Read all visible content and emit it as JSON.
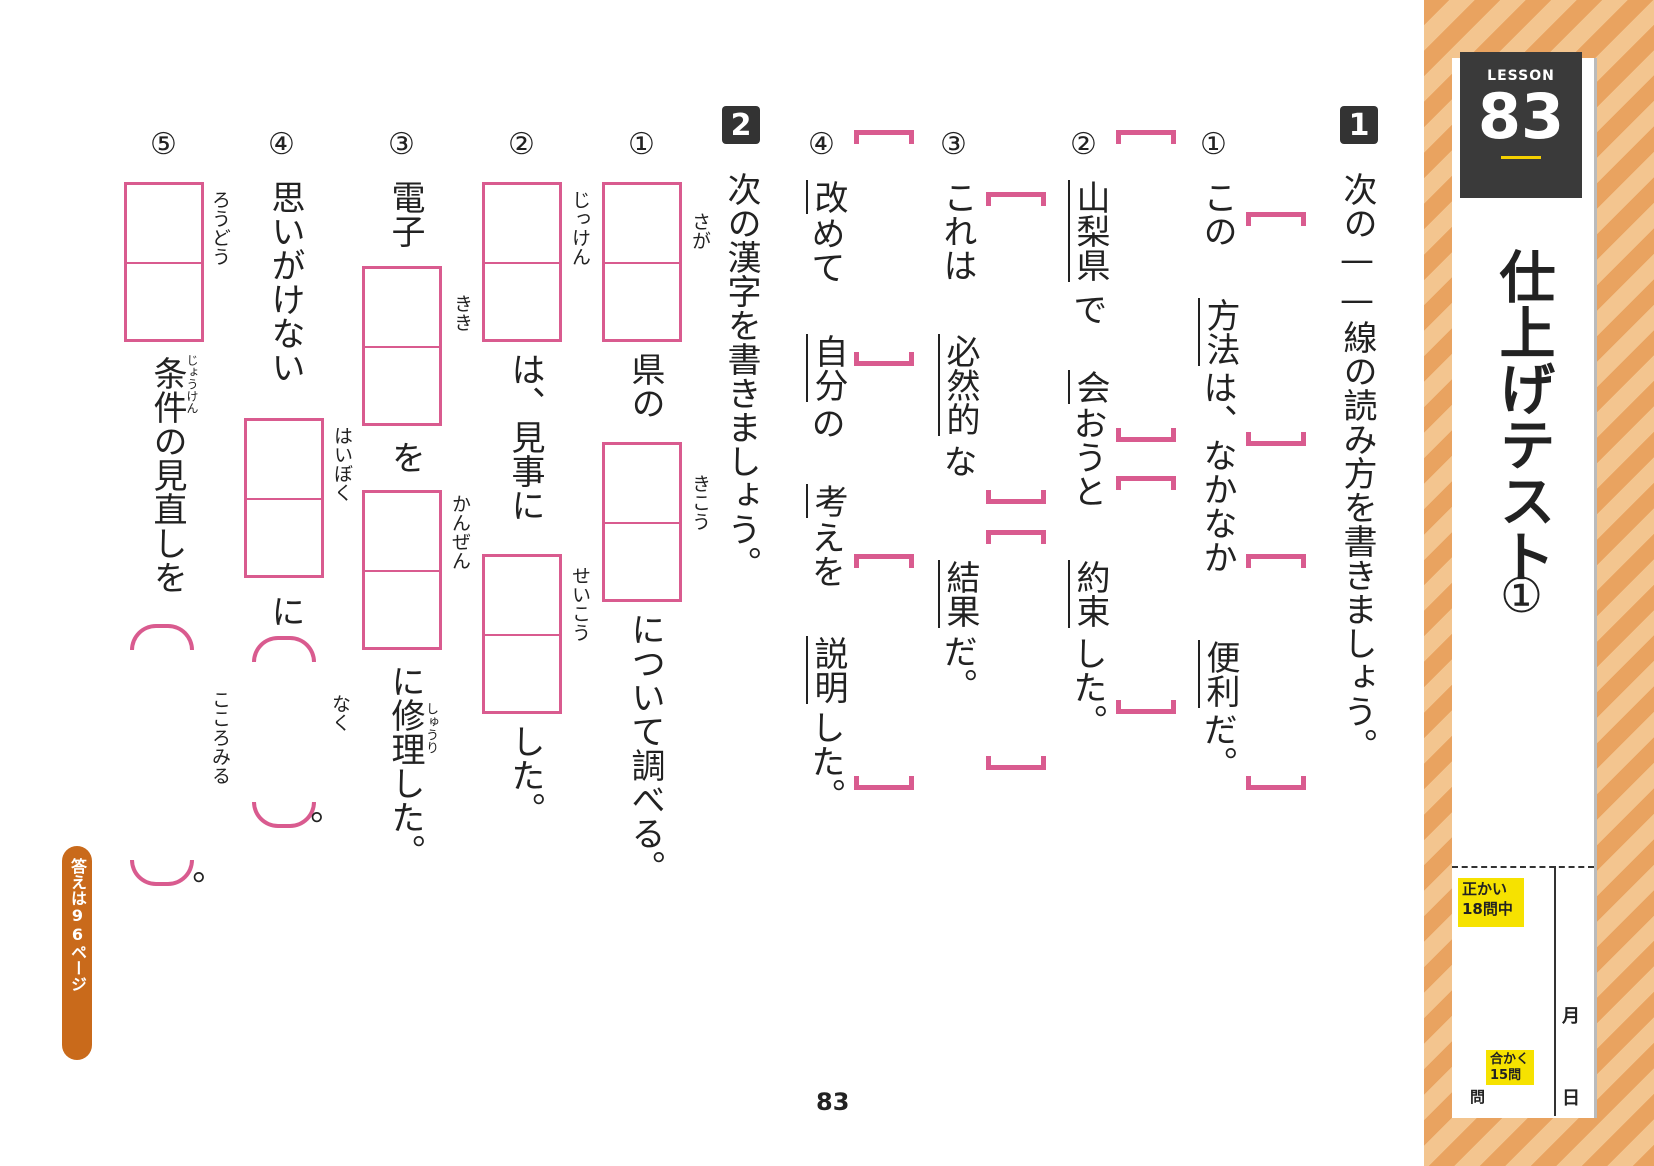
{
  "side": {
    "lesson_word": "LESSON",
    "lesson_number": "83",
    "title": "仕上げテスト",
    "title_number": "①",
    "score_label": "正かい 18問中",
    "score_unit": "問",
    "goal": "合かく 15問",
    "month": "月",
    "day": "日"
  },
  "section1": {
    "number": "1",
    "instruction": "次の——線の読み方を書きましょう。",
    "items": [
      {
        "marker": "①",
        "parts": [
          "この",
          "方法",
          "は、なかなか",
          "便利",
          "だ。"
        ]
      },
      {
        "marker": "②",
        "parts": [
          "山梨県",
          "で",
          "会",
          "おうと",
          "約束",
          "した。"
        ]
      },
      {
        "marker": "③",
        "parts": [
          "これは",
          "必然的",
          "な",
          "結果",
          "だ。"
        ]
      },
      {
        "marker": "④",
        "parts": [
          "改",
          "めて",
          "自分",
          "の",
          "考",
          "えを",
          "説明",
          "した。"
        ]
      }
    ]
  },
  "section2": {
    "number": "2",
    "instruction": "次の漢字を書きましょう。",
    "items": [
      {
        "marker": "①",
        "ruby1": "さが",
        "text1": "県の",
        "ruby2": "きこう",
        "text2": "について調べる。"
      },
      {
        "marker": "②",
        "ruby1": "じっけん",
        "text1": "は、見事に",
        "ruby2": "せいこう",
        "text2": "した。"
      },
      {
        "marker": "③",
        "pre": "電子",
        "ruby1": "きき",
        "text1": "を",
        "ruby2": "かんぜん",
        "text2": "に修理した。",
        "furigana": "しゅうり"
      },
      {
        "marker": "④",
        "pre": "思いがけない",
        "ruby1": "はいぼく",
        "text1": "に",
        "ruby2": "なく",
        "text2": "。"
      },
      {
        "marker": "⑤",
        "ruby1": "ろうどう",
        "text1": "条件の見直しを",
        "ruby2": "こころみる",
        "text2": "。",
        "furigana": "じょうけん"
      }
    ]
  },
  "answer_ref": "答えは96ページ",
  "page_number": "83"
}
